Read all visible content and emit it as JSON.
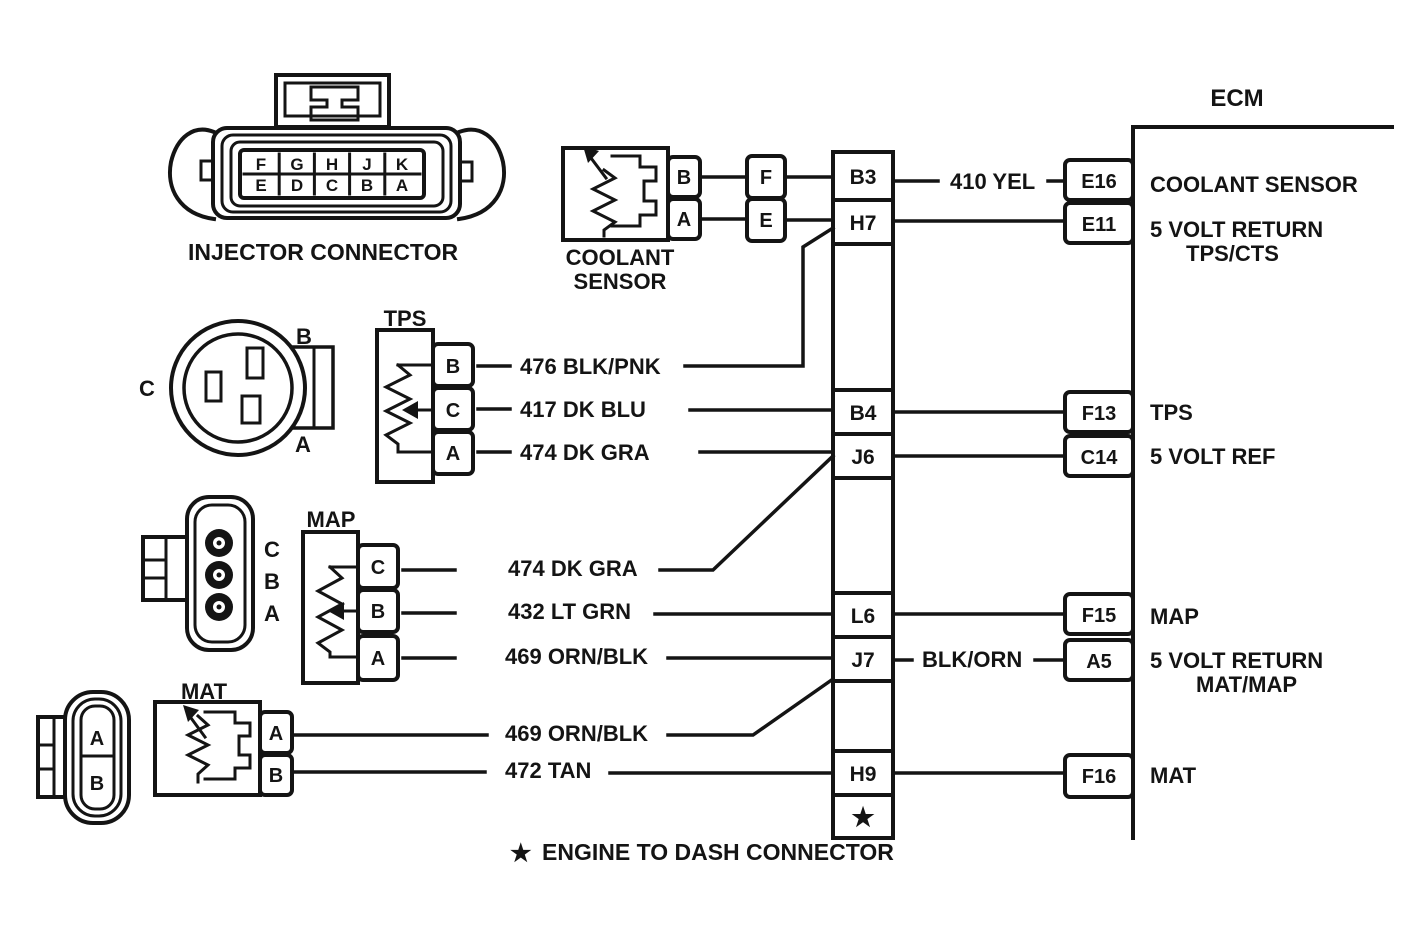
{
  "colors": {
    "ink": "#141414",
    "paper": "#ffffff"
  },
  "ecm": {
    "title": "ECM"
  },
  "injector_connector": {
    "label": "INJECTOR CONNECTOR",
    "pins_top": [
      "F",
      "G",
      "H",
      "J",
      "K"
    ],
    "pins_bottom": [
      "E",
      "D",
      "C",
      "B",
      "A"
    ]
  },
  "coolant_sensor": {
    "label_line1": "COOLANT",
    "label_line2": "SENSOR",
    "pins": [
      "B",
      "A"
    ],
    "harness_pins": [
      "F",
      "E"
    ]
  },
  "tps": {
    "title": "TPS",
    "connector_pins": [
      "B",
      "C",
      "A"
    ],
    "pins": [
      "B",
      "C",
      "A"
    ]
  },
  "map": {
    "title": "MAP",
    "connector_pins": [
      "C",
      "B",
      "A"
    ],
    "pins": [
      "C",
      "B",
      "A"
    ]
  },
  "mat": {
    "title": "MAT",
    "connector_pins": [
      "A",
      "B"
    ],
    "pins": [
      "A",
      "B"
    ]
  },
  "dash_connector": {
    "cells": [
      "B3",
      "H7",
      "B4",
      "J6",
      "L6",
      "J7",
      "H9",
      "★"
    ]
  },
  "wire_labels": {
    "coolant_to_ecm": "410 YEL",
    "tps_b": "476 BLK/PNK",
    "tps_c": "417 DK BLU",
    "tps_a": "474 DK GRA",
    "map_c": "474 DK GRA",
    "map_b": "432 LT GRN",
    "map_a": "469 ORN/BLK",
    "mat_a": "469 ORN/BLK",
    "mat_b": "472 TAN",
    "j7_to_a5": "BLK/ORN"
  },
  "ecm_pins": [
    {
      "pin": "E16",
      "label": "COOLANT SENSOR"
    },
    {
      "pin": "E11",
      "label": "5 VOLT RETURN",
      "label2": "TPS/CTS"
    },
    {
      "pin": "F13",
      "label": "TPS"
    },
    {
      "pin": "C14",
      "label": "5 VOLT REF"
    },
    {
      "pin": "F15",
      "label": "MAP"
    },
    {
      "pin": "A5",
      "label": "5 VOLT RETURN",
      "label2": "MAT/MAP"
    },
    {
      "pin": "F16",
      "label": "MAT"
    }
  ],
  "caption": {
    "star": "★",
    "text": "ENGINE TO DASH CONNECTOR"
  }
}
